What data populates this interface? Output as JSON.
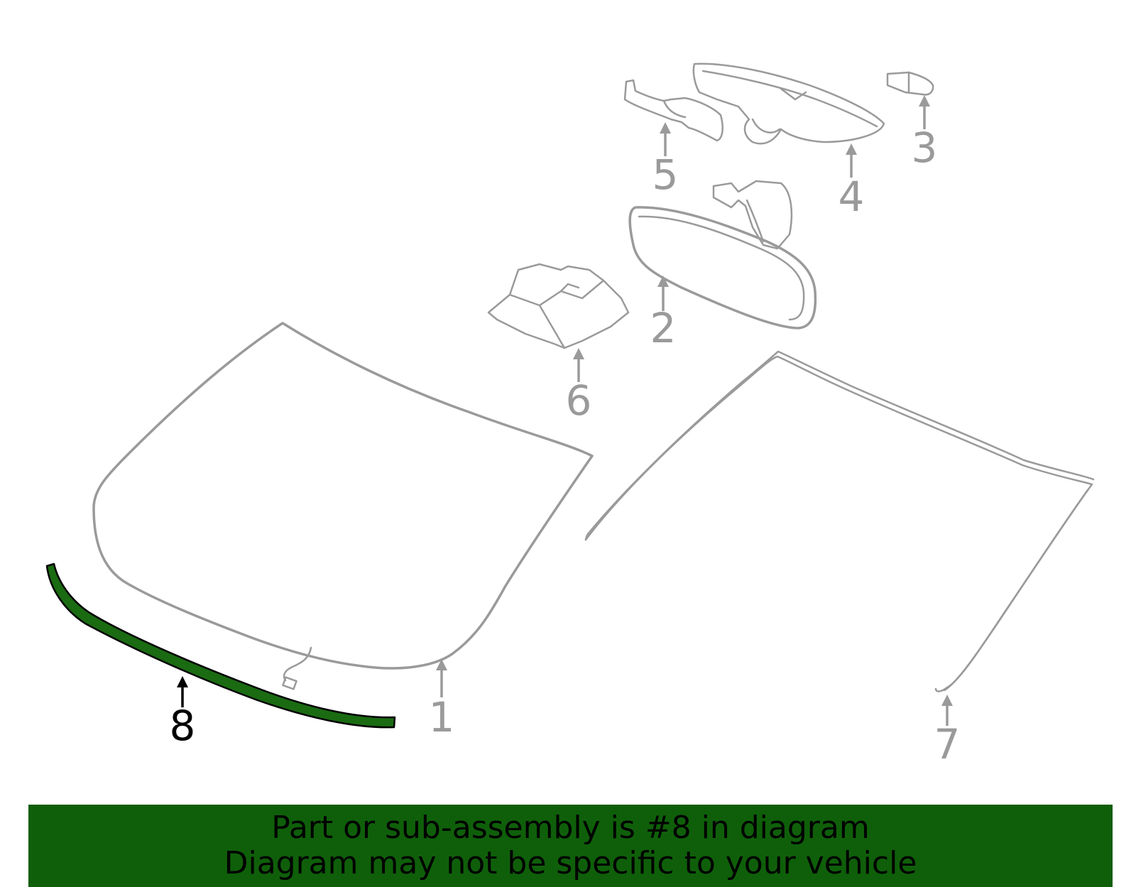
{
  "colors": {
    "highlight_fill": "#1a6b12",
    "banner_bg": "#0f5f0a",
    "outline_gray": "#9a9a9a"
  },
  "callouts": {
    "p1": "1",
    "p2": "2",
    "p3": "3",
    "p4": "4",
    "p5": "5",
    "p6": "6",
    "p7": "7",
    "p8": "8"
  },
  "banner": {
    "line1": "Part or sub-assembly is #8 in diagram",
    "line2": "Diagram may not be specific to your vehicle"
  }
}
